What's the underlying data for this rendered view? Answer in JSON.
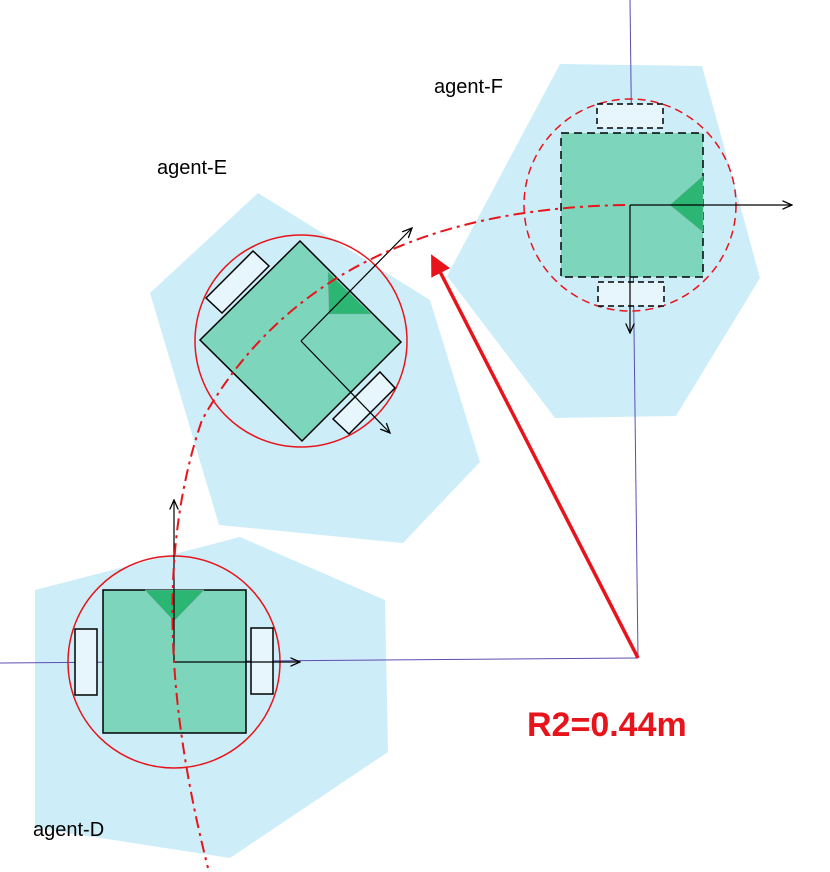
{
  "colors": {
    "hexagon": "#cdeef9",
    "body": "#7dd6bb",
    "heading": "#2bb673",
    "circle": "#e8141b",
    "axis_purple": "#5a4fb0",
    "radius": "#e8141b"
  },
  "agents": [
    {
      "id": "D",
      "label": "agent-D"
    },
    {
      "id": "E",
      "label": "agent-E"
    },
    {
      "id": "F",
      "label": "agent-F"
    }
  ],
  "radius_label": "R2=0.44m"
}
